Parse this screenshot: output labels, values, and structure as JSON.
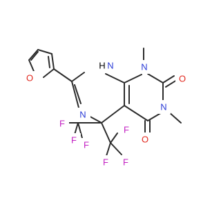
{
  "molecule": {
    "atoms": {
      "furan_O": {
        "label": "O",
        "color": "#e1261c"
      },
      "N_H": {
        "label": "N",
        "h_label": "H",
        "color": "#2a3bd6"
      },
      "N_imine": {
        "label": "N",
        "color": "#2a3bd6"
      },
      "N_methyl_top": {
        "label": "N",
        "color": "#2a3bd6"
      },
      "N_methyl_right": {
        "label": "N",
        "color": "#2a3bd6"
      },
      "O_upper": {
        "label": "O",
        "color": "#e1261c"
      },
      "O_lower": {
        "label": "O",
        "color": "#e1261c"
      },
      "F_1": {
        "label": "F",
        "color": "#c21fc2"
      },
      "F_2": {
        "label": "F",
        "color": "#c21fc2"
      },
      "F_3": {
        "label": "F",
        "color": "#c21fc2"
      },
      "F_4": {
        "label": "F",
        "color": "#c21fc2"
      },
      "F_5": {
        "label": "F",
        "color": "#c21fc2"
      },
      "F_6": {
        "label": "F",
        "color": "#c21fc2"
      }
    },
    "bond_color": "#2b2b2b"
  }
}
